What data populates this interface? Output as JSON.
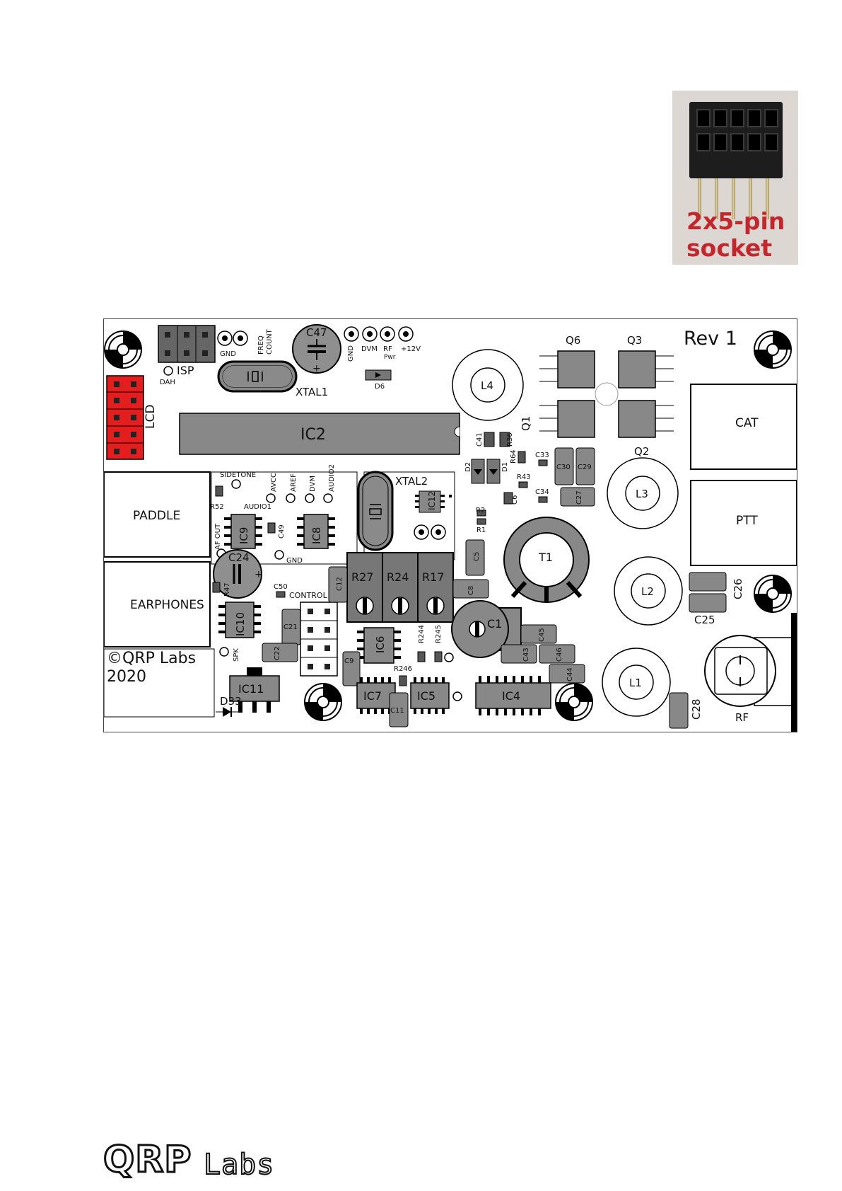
{
  "photo": {
    "caption_line1": "2x5-pin",
    "caption_line2": "socket"
  },
  "board": {
    "revision": "Rev 1",
    "copyright": "©QRP Labs",
    "year": "2020",
    "connectors": {
      "cat": "CAT",
      "ptt": "PTT",
      "paddle": "PADDLE",
      "earphones": "EARPHONES",
      "lcd": "LCD",
      "isp": "ISP",
      "rf": "RF"
    },
    "headers": {
      "gnd": "GND",
      "freq": "FREQ",
      "count": "COUNT",
      "dvm": "DVM",
      "rf_pwr_rf": "RF",
      "rf_pwr_pwr": "Pwr",
      "plus12v": "+12V",
      "dah": "DAH",
      "sidetone": "SIDETONE",
      "avcc": "AVCC",
      "aref": "AREF",
      "audio1": "AUDIO1",
      "audio2": "AUDIO2",
      "af_out": "AF OUT",
      "control": "CONTROL",
      "spk": "SPK"
    },
    "components": {
      "ic2": "IC2",
      "ic4": "IC4",
      "ic5": "IC5",
      "ic6": "IC6",
      "ic7": "IC7",
      "ic8": "IC8",
      "ic9": "IC9",
      "ic10": "IC10",
      "ic11": "IC11",
      "ic12": "IC12",
      "xtal1": "XTAL1",
      "xtal2": "XTAL2",
      "c1": "C1",
      "c5": "C5",
      "c6": "C6",
      "c8": "C8",
      "c9": "C9",
      "c11": "C11",
      "c12": "C12",
      "c21": "C21",
      "c22": "C22",
      "c24": "C24",
      "c25": "C25",
      "c26": "C26",
      "c27": "C27",
      "c28": "C28",
      "c29": "C29",
      "c30": "C30",
      "c33": "C33",
      "c34": "C34",
      "c41": "C41",
      "c43": "C43",
      "c44": "C44",
      "c45": "C45",
      "c46": "C46",
      "c47": "C47",
      "c49": "C49",
      "c50": "C50",
      "r1": "R1",
      "r2": "R2",
      "r17": "R17",
      "r24": "R24",
      "r27": "R27",
      "r36": "R36",
      "r43": "R43",
      "r47": "R47",
      "r52": "R52",
      "r64": "R64",
      "r244": "R244",
      "r245": "R245",
      "r246": "R246",
      "l1": "L1",
      "l2": "L2",
      "l3": "L3",
      "l4": "L4",
      "t1": "T1",
      "q1": "Q1",
      "q2": "Q2",
      "q3": "Q3",
      "q6": "Q6",
      "d1": "D1",
      "d2": "D2",
      "d6": "D6",
      "d33": "D33"
    }
  },
  "footer": {
    "logo_qrp": "QRP",
    "logo_labs": "Labs"
  }
}
